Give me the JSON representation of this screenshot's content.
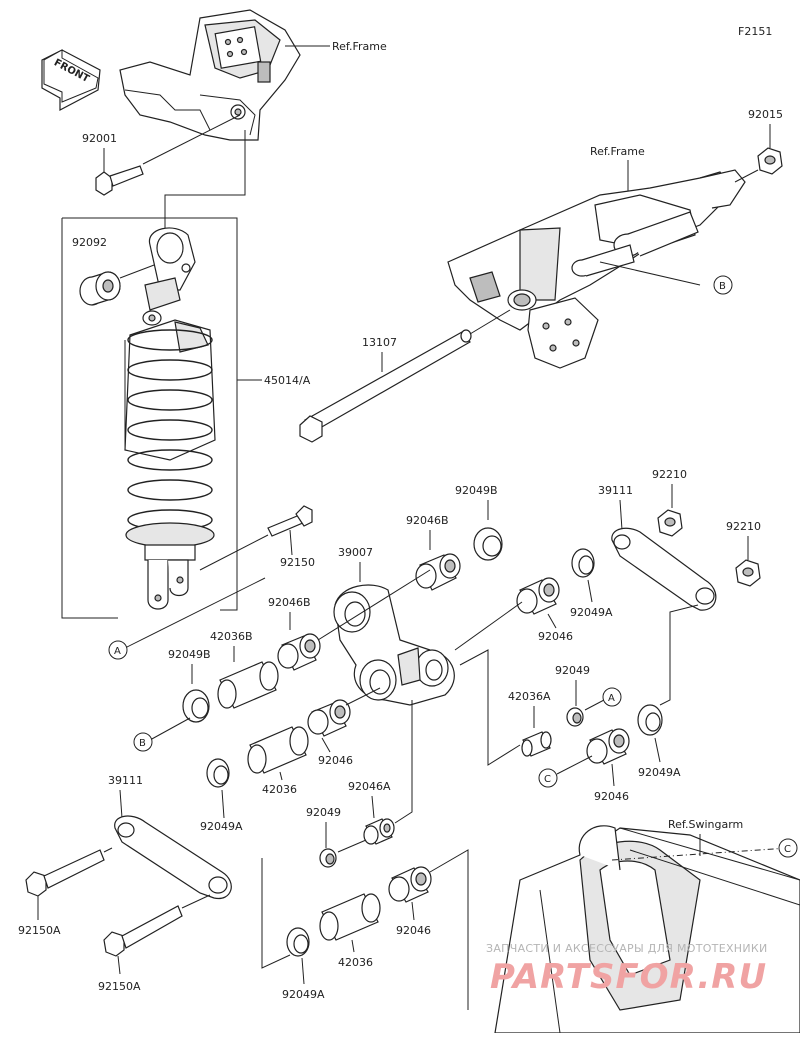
{
  "figure_id": "F2151",
  "front_label": "FRONT",
  "ref_frame_top": "Ref.Frame",
  "ref_frame_mid": "Ref.Frame",
  "ref_swingarm": "Ref.Swingarm",
  "parts": {
    "p92001": "92001",
    "p92015": "92015",
    "p92092": "92092",
    "p45014a": "45014/A",
    "p13107": "13107",
    "p92150": "92150",
    "p39007": "39007",
    "p92049b_top": "92049B",
    "p92046b_top": "92046B",
    "p92046b_left": "92046B",
    "p39111_right": "39111",
    "p92210_a": "92210",
    "p92210_b": "92210",
    "p92049a_right": "92049A",
    "p92046_right": "92046",
    "p42036b": "42036B",
    "p92049b_left": "92049B",
    "p92046_mid": "92046",
    "p42036": "42036",
    "p92049a_left": "92049A",
    "p42036a": "42036A",
    "p92049_right": "92049",
    "p92049a_lowright": "92049A",
    "p92046_lowright": "92046",
    "p39111_left": "39111",
    "p92046a": "92046A",
    "p92049_mid": "92049",
    "p92150a_1": "92150A",
    "p92150a_2": "92150A",
    "p42036_low": "42036",
    "p92046_low": "92046",
    "p92049a_low": "92049A"
  },
  "callouts": {
    "a1": "A",
    "a2": "A",
    "b1": "B",
    "b2": "B",
    "c1": "C",
    "c2": "C"
  },
  "watermark": {
    "line1": "ЗАПЧАСТИ И АКСЕССУАРЫ ДЛЯ МОТОТЕХНИКИ",
    "line2": "PARTSFOR.RU"
  }
}
